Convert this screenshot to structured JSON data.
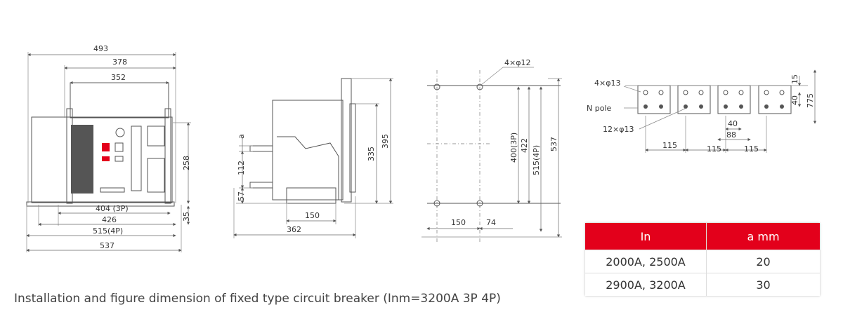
{
  "front_view": {
    "dims": {
      "w493": "493",
      "w378": "378",
      "w352": "352",
      "h258": "258",
      "h35": "35",
      "w404": "404 (3P)",
      "w426": "426",
      "w515": "515(4P)",
      "w537": "537"
    }
  },
  "side_view": {
    "dims": {
      "a": "a",
      "h112": "112",
      "h57": "57",
      "h335": "335",
      "h395": "395",
      "w150": "150",
      "w362": "362"
    }
  },
  "mount_view": {
    "dims": {
      "holes": "4×φ12",
      "h400": "400(3P)",
      "h422": "422",
      "h515": "515(4P)",
      "h537": "537",
      "w150": "150",
      "w74": "74"
    }
  },
  "terminal_view": {
    "dims": {
      "holes": "4×φ13",
      "npole": "N pole",
      "holes12": "12×φ13",
      "d15": "15",
      "d40v": "40",
      "d775": "775",
      "d40": "40",
      "d88": "88",
      "w115a": "115",
      "w115b": "115",
      "w115c": "115"
    }
  },
  "spec_table": {
    "headers": [
      "In",
      "a mm"
    ],
    "rows": [
      [
        "2000A, 2500A",
        "20"
      ],
      [
        "2900A, 3200A",
        "30"
      ]
    ]
  },
  "caption": "Installation and figure dimension of fixed type circuit breaker (Inm=3200A 3P 4P)",
  "colors": {
    "header_red": "#e3001b",
    "line": "#555555",
    "indicator_red": "#e3001b"
  }
}
